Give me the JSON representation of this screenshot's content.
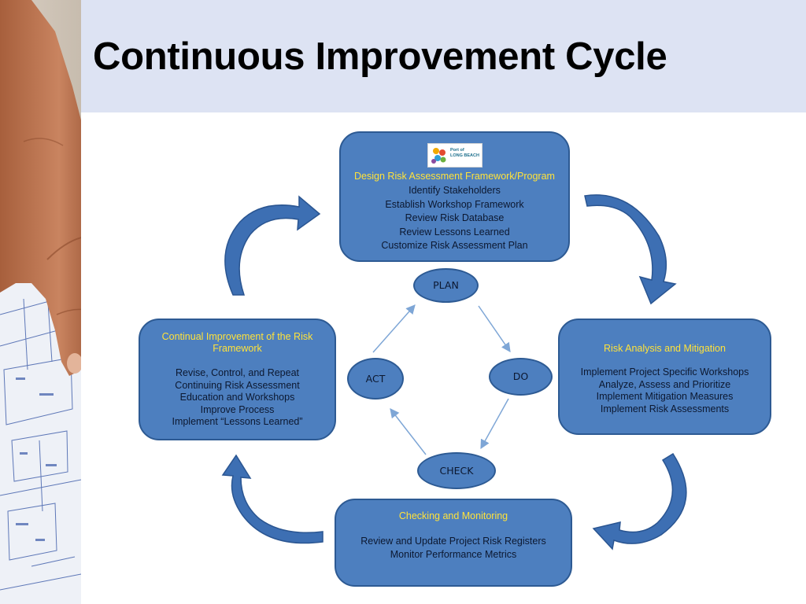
{
  "slide": {
    "title": "Continuous Improvement Cycle"
  },
  "logo": {
    "line1": "Port of",
    "line2": "LONG BEACH"
  },
  "phases": {
    "plan": "PLAN",
    "do": "DO",
    "check": "CHECK",
    "act": "ACT"
  },
  "boxes": {
    "plan": {
      "heading": "Design Risk Assessment Framework/Program",
      "items": [
        "Identify Stakeholders",
        "Establish Workshop Framework",
        "Review Risk Database",
        "Review Lessons Learned",
        "Customize Risk Assessment Plan"
      ]
    },
    "do": {
      "heading": "Risk Analysis and Mitigation",
      "items": [
        "Implement Project Specific Workshops",
        "Analyze, Assess and Prioritize",
        "Implement Mitigation Measures",
        "Implement Risk Assessments"
      ]
    },
    "check": {
      "heading": "Checking and Monitoring",
      "items": [
        "Review and Update Project Risk Registers",
        "Monitor Performance Metrics"
      ]
    },
    "act": {
      "heading_line1": "Continual Improvement of the Risk",
      "heading_line2": "Framework",
      "items": [
        "Revise, Control, and Repeat",
        "Continuing Risk Assessment",
        "Education and Workshops",
        "Improve Process",
        "Implement “Lessons Learned”"
      ]
    }
  },
  "colors": {
    "box_fill": "#4d7fbf",
    "box_border": "#2d5a93",
    "heading_text": "#ffe23a",
    "title_band": "#dde3f3",
    "connector": "#7ea6d6",
    "curved_arrow": "#3d6fb3"
  }
}
